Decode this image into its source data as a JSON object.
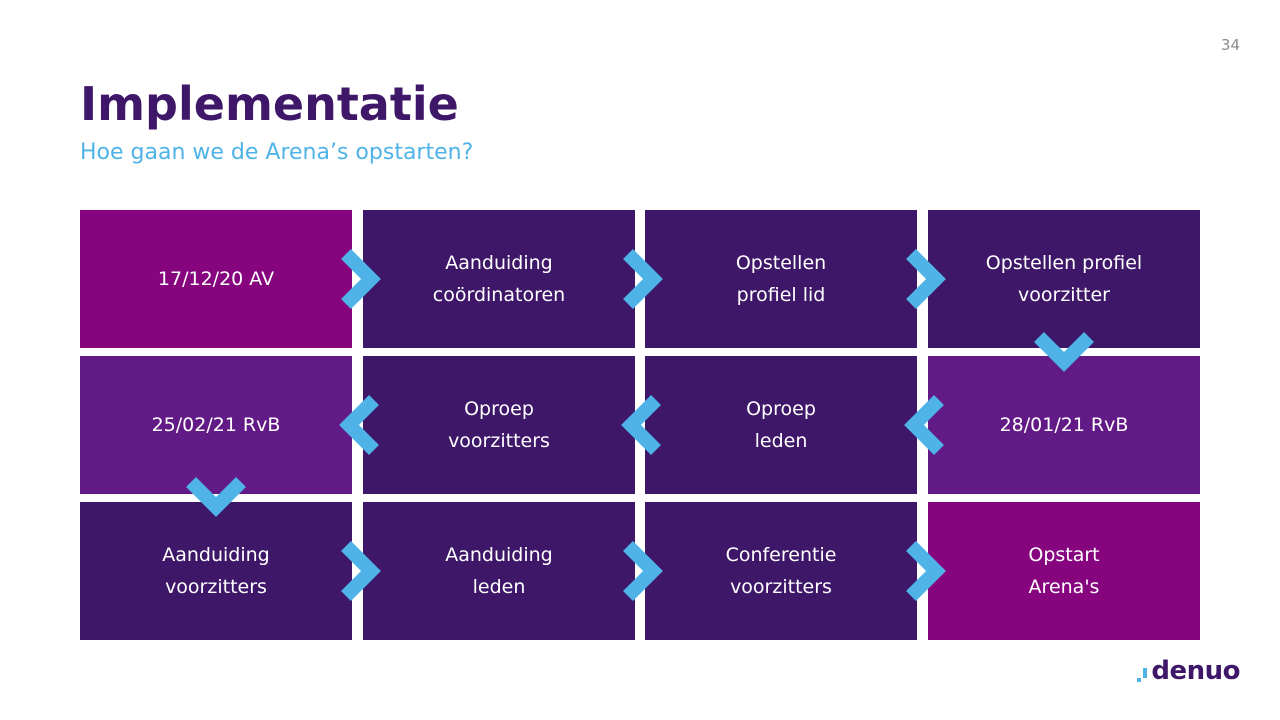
{
  "slide": {
    "page_number": "34",
    "title": "Implementatie",
    "subtitle": "Hoe gaan we de Arena’s opstarten?"
  },
  "steps": [
    {
      "label": "17/12/20 AV",
      "color": "#87047f"
    },
    {
      "label": "Aanduiding\ncoördinatoren",
      "color": "#3e1769"
    },
    {
      "label": "Opstellen\nprofiel lid",
      "color": "#3e1769"
    },
    {
      "label": "Opstellen profiel\nvoorzitter",
      "color": "#3e1769"
    },
    {
      "label": "25/02/21 RvB",
      "color": "#621a86"
    },
    {
      "label": "Oproep\nvoorzitters",
      "color": "#3e1769"
    },
    {
      "label": "Oproep\nleden",
      "color": "#3e1769"
    },
    {
      "label": "28/01/21 RvB",
      "color": "#621a86"
    },
    {
      "label": "Aanduiding\nvoorzitters",
      "color": "#3e1769"
    },
    {
      "label": "Aanduiding\nleden",
      "color": "#3e1769"
    },
    {
      "label": "Conferentie\nvoorzitters",
      "color": "#3e1769"
    },
    {
      "label": "Opstart\nArena's",
      "color": "#87047f"
    }
  ],
  "arrow_color": "#4fb3e8",
  "arrows": [
    {
      "direction": "right"
    },
    {
      "direction": "right"
    },
    {
      "direction": "right"
    },
    {
      "direction": "down"
    },
    {
      "direction": "left"
    },
    {
      "direction": "left"
    },
    {
      "direction": "left"
    },
    {
      "direction": "down"
    },
    {
      "direction": "right"
    },
    {
      "direction": "right"
    },
    {
      "direction": "right"
    }
  ],
  "logo": {
    "text": "denuo",
    "icon": "denuo-logo-mark"
  }
}
